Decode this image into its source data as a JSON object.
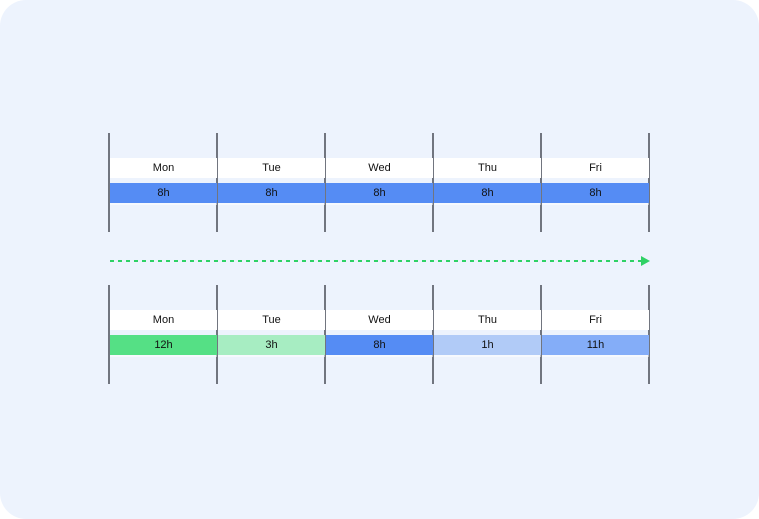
{
  "before": {
    "days": [
      "Mon",
      "Tue",
      "Wed",
      "Thu",
      "Fri"
    ],
    "hours": [
      "8h",
      "8h",
      "8h",
      "8h",
      "8h"
    ],
    "colors": [
      "#558cf4",
      "#558cf4",
      "#558cf4",
      "#558cf4",
      "#558cf4"
    ]
  },
  "after": {
    "days": [
      "Mon",
      "Tue",
      "Wed",
      "Thu",
      "Fri"
    ],
    "hours": [
      "12h",
      "3h",
      "8h",
      "1h",
      "11h"
    ],
    "colors": [
      "#55e085",
      "#a7edc2",
      "#558cf4",
      "#b1cbf7",
      "#84adf8"
    ]
  },
  "arrow_color": "#2fd165"
}
